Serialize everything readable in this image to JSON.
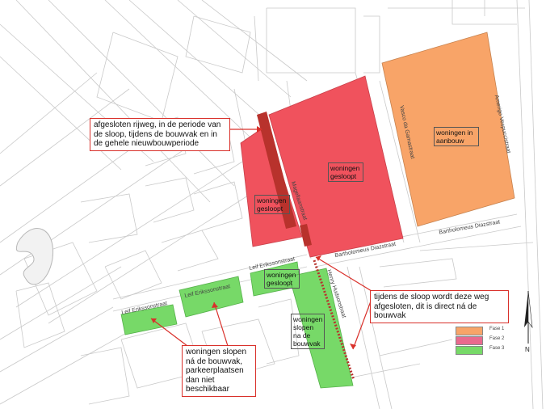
{
  "colors": {
    "demolished": "#f0525d",
    "construction": "#f8a468",
    "demolish_after": "#77d968",
    "callout_border": "#d9302a",
    "road_closed": "#b8322c"
  },
  "callouts": {
    "road_closure_period": "afgesloten rijweg, in de periode van de sloop, tijdens de bouwvak en in de gehele nieuwbouwperiode",
    "road_closure_after_vacation": "tijdens de sloop wordt deze weg afgesloten, dit is direct ná de bouwvak",
    "parking_unavailable": "woningen slopen ná de bouwvak, parkeerplaatsen dan niet beschikbaar"
  },
  "zones": {
    "under_construction": "woningen in aanbouw",
    "demolished_large": "woningen gesloopt",
    "demolished_small": "woningen gesloopt",
    "demolished_row": "woningen gesloopt",
    "demolish_after_vacation": "woningen slopen na de bouwvak"
  },
  "streets": {
    "erkens_1": "Leif Erikssonstraat",
    "erkens_2": "Leif Erikssonstraat",
    "erkens_3": "Leif Erikssonstraat",
    "dias_1": "Bartholomeus Diazstraat",
    "dias_2": "Bartholomeus Diazstraat",
    "gama": "Vasco da Gamastraat",
    "magellaan": "Magellaanstraat",
    "hudson": "Henry Hudsonstraat",
    "vespucci": "Amerigo Vespuccistraat"
  },
  "legend": [
    {
      "label": "Fase 1",
      "color": "#f8a468"
    },
    {
      "label": "Fase 2",
      "color": "#e96a8e"
    },
    {
      "label": "Fase 3",
      "color": "#77d968"
    }
  ],
  "north_label": "N"
}
